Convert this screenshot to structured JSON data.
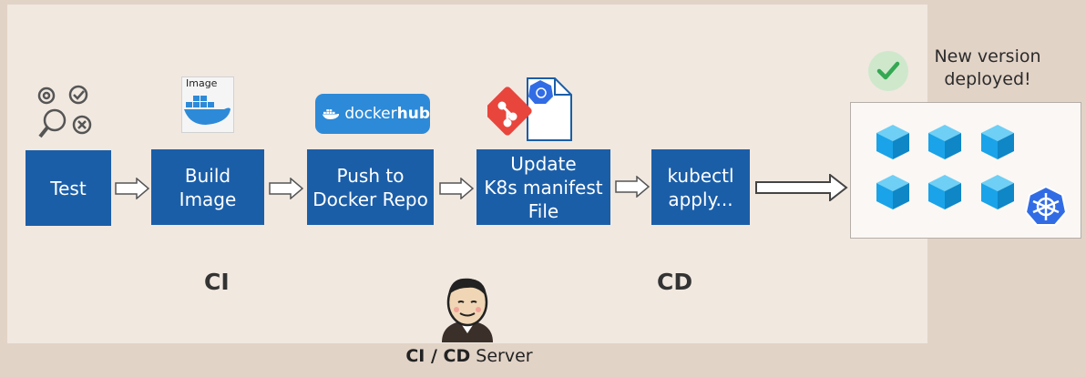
{
  "steps": {
    "test": "Test",
    "build": "Build\nImage",
    "push": "Push to\nDocker Repo",
    "update": "Update\nK8s manifest\nFile",
    "kubectl": "kubectl\napply..."
  },
  "phases": {
    "ci": "CI",
    "cd": "CD"
  },
  "image_card_label": "Image",
  "docker_hub": {
    "light": "docker",
    "bold": "hub"
  },
  "deployed_message": "New version\ndeployed!",
  "server": {
    "bold": "CI / CD",
    "rest": " Server"
  },
  "colors": {
    "step_box": "#1b5ea8",
    "cube": "#1aa3e8",
    "check": "#34a853",
    "git": "#e8453c",
    "kubernetes": "#326ce5",
    "docker": "#2d8ad8"
  }
}
